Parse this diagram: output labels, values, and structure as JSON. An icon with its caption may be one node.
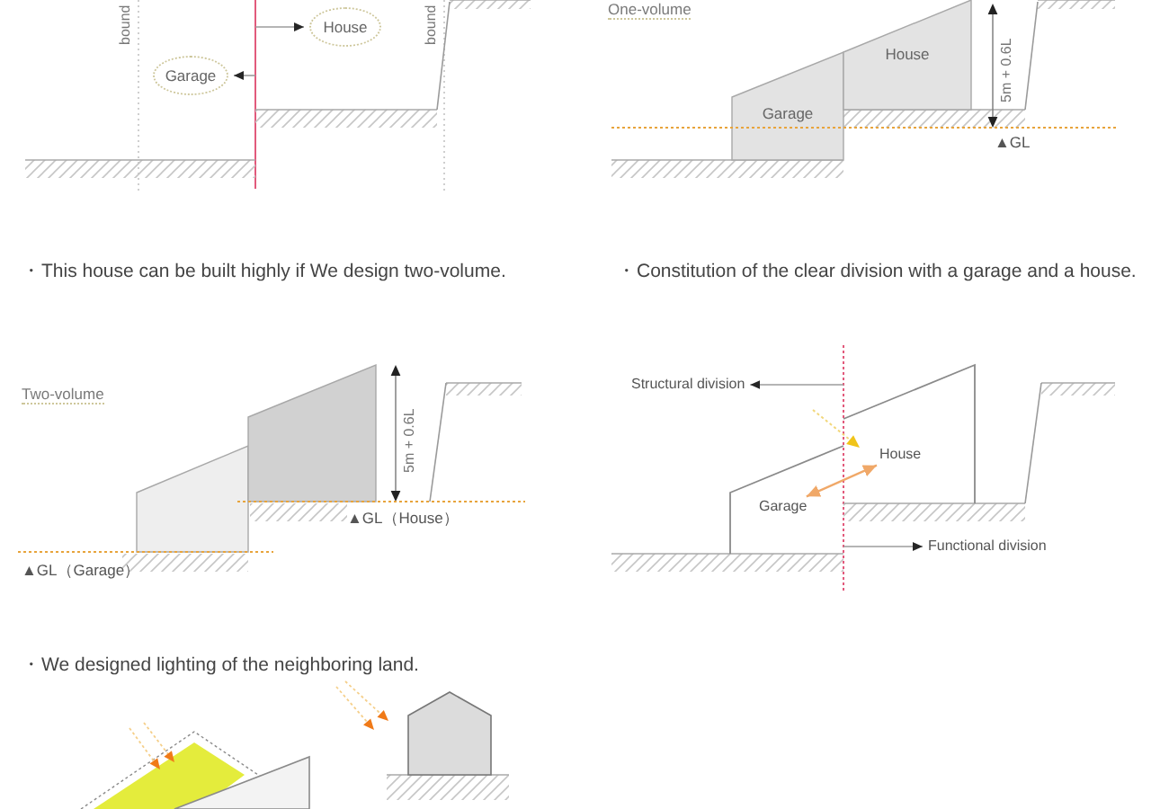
{
  "diagram": {
    "nodes": [
      {
        "text": [
          "House"
        ]
      },
      {
        "text": [
          "Garage"
        ]
      },
      {
        "text": [
          "Garage"
        ]
      },
      {
        "text": [
          "House"
        ]
      },
      {
        "text": [],
        "shape": "box"
      },
      {
        "text": [],
        "shape": "box"
      },
      {
        "text": [
          "Structural division"
        ]
      },
      {
        "text": [
          "House"
        ]
      },
      {
        "text": [
          "Garage"
        ]
      },
      {
        "text": [
          "Functional division"
        ]
      }
    ],
    "edges": [
      {
        "from": null,
        "to": 0,
        "arrow": "to"
      },
      {
        "from": null,
        "to": 1,
        "arrow": "to"
      },
      {
        "from": null,
        "to": 6,
        "arrow": "to"
      },
      {
        "from": 8,
        "to": 7,
        "arrow": "both",
        "color": "#f0a868"
      },
      {
        "from": null,
        "to": 9,
        "arrow": "to"
      }
    ],
    "labels": [
      "bound",
      "bound",
      "One-volume",
      "5m + 0.6L",
      "▲GL",
      "・This house can be built highly if We design two-volume.",
      "・Constitution of the clear division with a garage and a house.",
      "Two-volume",
      "5m + 0.6L",
      "▲GL（House）",
      "▲GL（Garage）",
      "・We designed lighting of the neighboring land."
    ]
  }
}
